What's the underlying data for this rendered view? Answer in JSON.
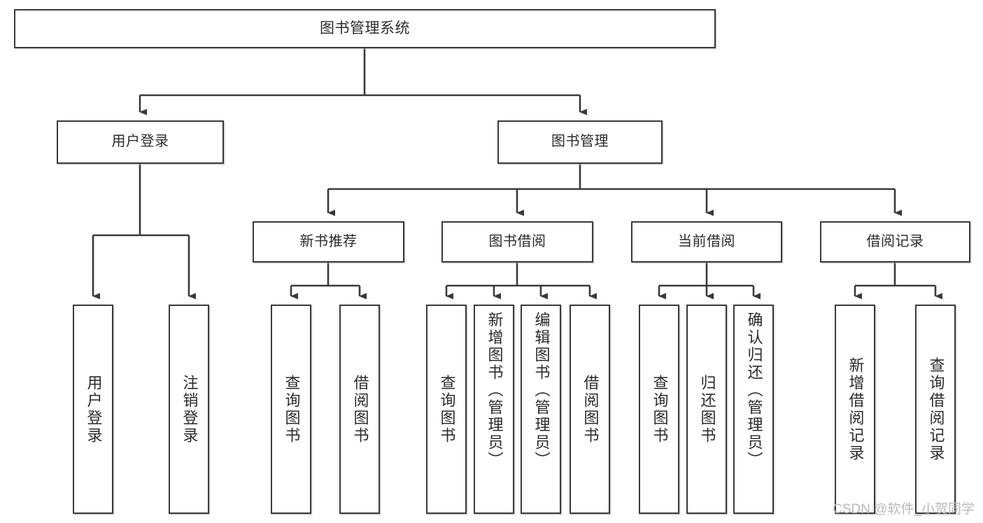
{
  "diagram": {
    "title": "图书管理系统",
    "watermark": "CSDN @软件_小贺同学",
    "line_color": "#3a3a3a",
    "box_fill": "#ffffff",
    "text_color": "#2b2b2b",
    "watermark_color": "#b9b9b9"
  },
  "root": {
    "label": "图书管理系统"
  },
  "level1": [
    {
      "id": "user-login",
      "label": "用户登录"
    },
    {
      "id": "book-manage",
      "label": "图书管理"
    }
  ],
  "level2": [
    {
      "id": "new-book",
      "label": "新书推荐"
    },
    {
      "id": "borrow",
      "label": "图书借阅"
    },
    {
      "id": "current",
      "label": "当前借阅"
    },
    {
      "id": "record",
      "label": "借阅记录"
    }
  ],
  "leaves": {
    "user_login": [
      {
        "id": "leaf-user-login",
        "label": "用户登录"
      },
      {
        "id": "leaf-logout",
        "label": "注销登录"
      }
    ],
    "new_book": [
      {
        "id": "leaf-query-book-1",
        "label": "查询图书"
      },
      {
        "id": "leaf-borrow-book-1",
        "label": "借阅图书"
      }
    ],
    "borrow": [
      {
        "id": "leaf-query-book-2",
        "label": "查询图书"
      },
      {
        "id": "leaf-add-book",
        "label": "新增图书（管理员）"
      },
      {
        "id": "leaf-edit-book",
        "label": "编辑图书（管理员）"
      },
      {
        "id": "leaf-borrow-book-2",
        "label": "借阅图书"
      }
    ],
    "current": [
      {
        "id": "leaf-query-book-3",
        "label": "查询图书"
      },
      {
        "id": "leaf-return-book",
        "label": "归还图书"
      },
      {
        "id": "leaf-confirm-return",
        "label": "确认归还（管理员）"
      }
    ],
    "record": [
      {
        "id": "leaf-add-record",
        "label": "新增借阅记录"
      },
      {
        "id": "leaf-query-record",
        "label": "查询借阅记录"
      }
    ]
  },
  "chart_data": {
    "type": "table",
    "title": "图书管理系统 功能结构图",
    "structure": "tree",
    "nodes": [
      {
        "level": 0,
        "label": "图书管理系统",
        "parent": null
      },
      {
        "level": 1,
        "label": "用户登录",
        "parent": "图书管理系统"
      },
      {
        "level": 1,
        "label": "图书管理",
        "parent": "图书管理系统"
      },
      {
        "level": 2,
        "label": "用户登录",
        "parent": "用户登录"
      },
      {
        "level": 2,
        "label": "注销登录",
        "parent": "用户登录"
      },
      {
        "level": 2,
        "label": "新书推荐",
        "parent": "图书管理"
      },
      {
        "level": 2,
        "label": "图书借阅",
        "parent": "图书管理"
      },
      {
        "level": 2,
        "label": "当前借阅",
        "parent": "图书管理"
      },
      {
        "level": 2,
        "label": "借阅记录",
        "parent": "图书管理"
      },
      {
        "level": 3,
        "label": "查询图书",
        "parent": "新书推荐"
      },
      {
        "level": 3,
        "label": "借阅图书",
        "parent": "新书推荐"
      },
      {
        "level": 3,
        "label": "查询图书",
        "parent": "图书借阅"
      },
      {
        "level": 3,
        "label": "新增图书（管理员）",
        "parent": "图书借阅"
      },
      {
        "level": 3,
        "label": "编辑图书（管理员）",
        "parent": "图书借阅"
      },
      {
        "level": 3,
        "label": "借阅图书",
        "parent": "图书借阅"
      },
      {
        "level": 3,
        "label": "查询图书",
        "parent": "当前借阅"
      },
      {
        "level": 3,
        "label": "归还图书",
        "parent": "当前借阅"
      },
      {
        "level": 3,
        "label": "确认归还（管理员）",
        "parent": "当前借阅"
      },
      {
        "level": 3,
        "label": "新增借阅记录",
        "parent": "借阅记录"
      },
      {
        "level": 3,
        "label": "查询借阅记录",
        "parent": "借阅记录"
      }
    ]
  }
}
